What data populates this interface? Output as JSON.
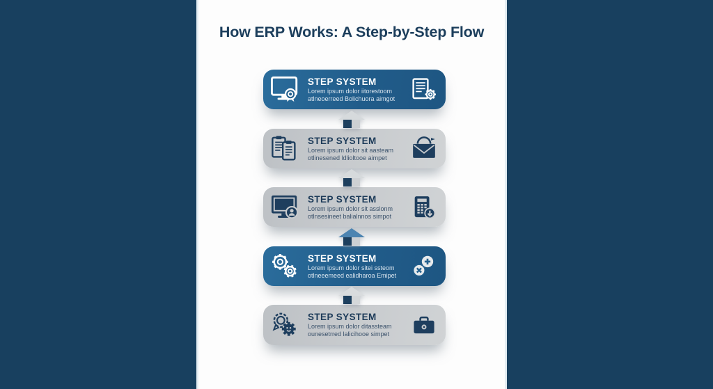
{
  "title": "How ERP Works: A Step-by-Step Flow",
  "colors": {
    "background": "#18405F",
    "panel": "#FDFDFD",
    "navy": "#1C3E5C",
    "blue_box": "#24618F",
    "gray_box": "#C8CBCE"
  },
  "variants": {
    "blue": {
      "icon_fg": "#FFFFFF",
      "icon_bg": "#24618F"
    },
    "gray": {
      "icon_fg": "#1E3E5E",
      "icon_bg": "#C8CBCE"
    }
  },
  "steps": [
    {
      "title": "STEP SYSTEM",
      "line1": "Lorem ipsum dolor iitorestoom",
      "line2": "atlneoerreed Bolichuora aimgot",
      "variant": "blue",
      "left_icon": "monitor-award-icon",
      "right_icon": "document-gear-icon"
    },
    {
      "title": "STEP SYSTEM",
      "line1": "Lorem ipsum dolor sit aasteam",
      "line2": "otlinesened ldlioltooe aimpet",
      "variant": "gray",
      "left_icon": "clipboards-icon",
      "right_icon": "envelope-icon"
    },
    {
      "title": "STEP SYSTEM",
      "line1": "Lorem ipsum dolor sit asslonm",
      "line2": "otlnsesineet balialnnos simpot",
      "variant": "gray",
      "left_icon": "monitor-user-icon",
      "right_icon": "calculator-download-icon"
    },
    {
      "title": "STEP SYSTEM",
      "line1": "Lorem ipsum dolor sitei ssteom",
      "line2": "otlneeemeed ealidharoa Emipet",
      "variant": "blue",
      "left_icon": "gears-icon",
      "right_icon": "plus-multiply-icon"
    },
    {
      "title": "STEP SYSTEM",
      "line1": "Lorem ipsum dolor ditassteam",
      "line2": "ounesetrred lalicihooe simpet",
      "variant": "gray",
      "left_icon": "award-gear-icon",
      "right_icon": "briefcase-icon"
    }
  ],
  "connectors": [
    {
      "triangle": "#D6DADC",
      "left": "#1D3F5E",
      "right": "#CDD0D3"
    },
    {
      "triangle": "#D6DADC",
      "left": "#1D3F5E",
      "right": "#CDD0D3"
    },
    {
      "triangle": "#4C84B1",
      "left": "#1D3F5E",
      "right": "#CDD0D3"
    },
    {
      "triangle": "#D9DCDE",
      "left": "#1D3F5E",
      "right": "#D4D7D9"
    }
  ]
}
